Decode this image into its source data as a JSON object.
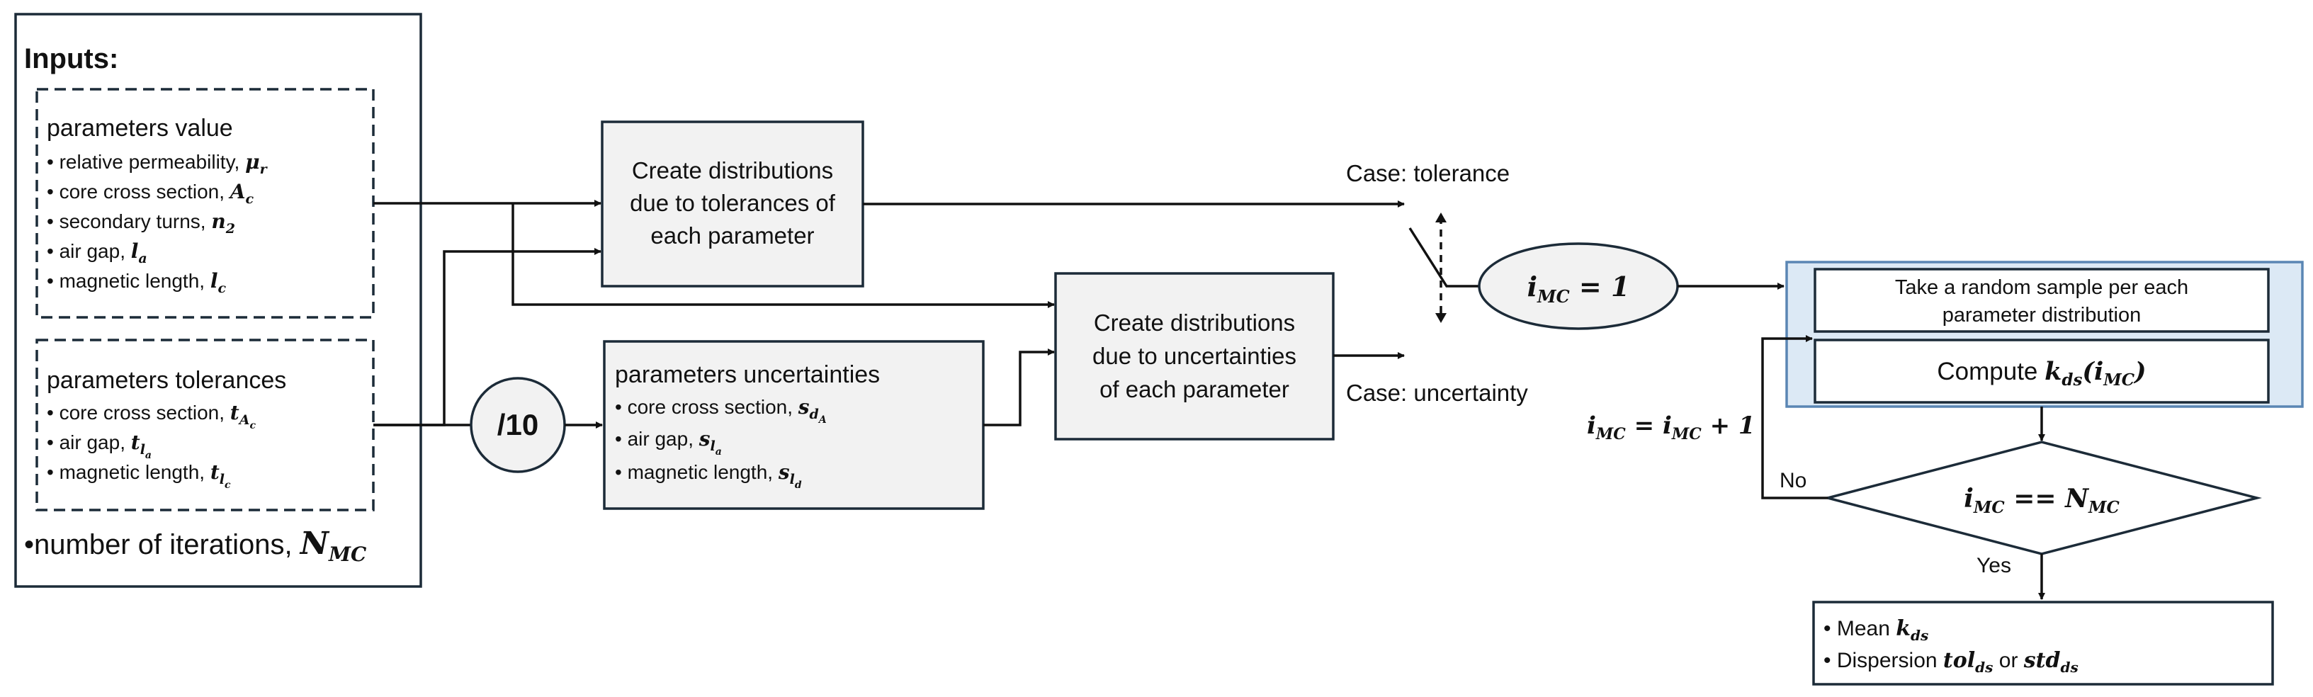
{
  "inputs": {
    "title": "Inputs:",
    "values_group": {
      "heading": "parameters value",
      "items": [
        {
          "text": "• relative permeability, ",
          "sym": "μ",
          "sub": "r"
        },
        {
          "text": "• core cross section, ",
          "sym": "A",
          "sub": "c"
        },
        {
          "text": "• secondary turns, ",
          "sym": "n",
          "sub": "2"
        },
        {
          "text": "• air gap, ",
          "sym": "l",
          "sub": "a"
        },
        {
          "text": "• magnetic length, ",
          "sym": "l",
          "sub": "c"
        }
      ]
    },
    "tolerances_group": {
      "heading": "parameters tolerances",
      "items": [
        {
          "text": "• core cross section, ",
          "sym": "t",
          "sub": "A",
          "subsub": "c"
        },
        {
          "text": "• air gap, ",
          "sym": "t",
          "sub": "l",
          "subsub": "a"
        },
        {
          "text": "• magnetic length, ",
          "sym": "t",
          "sub": "l",
          "subsub": "c"
        }
      ]
    },
    "iterations": {
      "text": "•number of iterations, ",
      "sym": "N",
      "sub": "MC"
    }
  },
  "divide_node": "/10",
  "uncertainties_group": {
    "heading": "parameters uncertainties",
    "items": [
      {
        "text": "• core cross section, ",
        "sym": "s",
        "sub": "d",
        "subsub": "A"
      },
      {
        "text": "• air gap, ",
        "sym": "s",
        "sub": "l",
        "subsub": "a"
      },
      {
        "text": "• magnetic length, ",
        "sym": "s",
        "sub": "l",
        "subsub": "d"
      }
    ]
  },
  "tolerance_box": [
    "Create distributions",
    "due to tolerances of",
    "each parameter"
  ],
  "uncertainty_box": [
    "Create distributions",
    "due to uncertainties",
    "of each parameter"
  ],
  "case_tolerance": "Case: tolerance",
  "case_uncertainty": "Case: uncertainty",
  "init_node": {
    "sym": "i",
    "sub": "MC",
    "rest": " = 1"
  },
  "loop": {
    "sample_box": [
      "Take a random sample per each",
      "parameter distribution"
    ],
    "compute_box": {
      "text": "Compute ",
      "sym": "k",
      "sub": "ds",
      "arg_sym": "i",
      "arg_sub": "MC"
    }
  },
  "increment_label": {
    "sym": "i",
    "sub": "MC",
    "mid": " = ",
    "sym2": "i",
    "sub2": "MC",
    "rest": " + 1"
  },
  "decision": {
    "sym": "i",
    "sub": "MC",
    "op": " == ",
    "sym2": "N",
    "sub2": "MC"
  },
  "no_label": "No",
  "yes_label": "Yes",
  "output": {
    "mean": {
      "text": "• Mean ",
      "sym": "k",
      "sub": "ds"
    },
    "dispersion": {
      "text": "• Dispersion ",
      "sym": "tol",
      "sub": "ds",
      "or": " or ",
      "sym2": "std",
      "sub2": "ds"
    }
  },
  "colors": {
    "loop_fill": "#dce9f5",
    "loop_stroke": "#5a86b4",
    "box_fill": "#f2f2f2",
    "stroke": "#1c2b38"
  }
}
